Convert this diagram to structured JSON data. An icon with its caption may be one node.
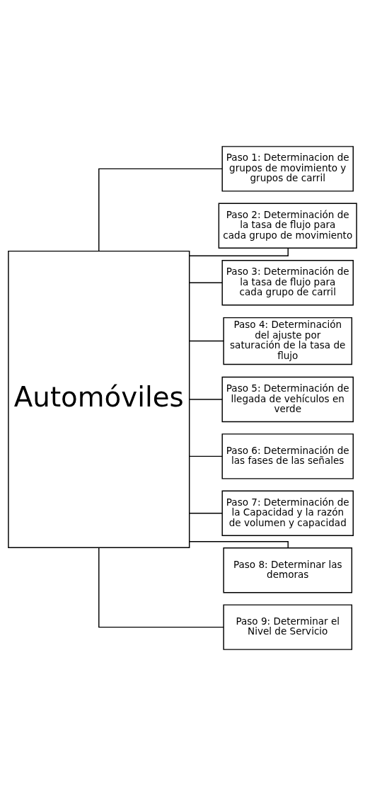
{
  "diagram": {
    "nodes": [
      {
        "text": [
          "Automóviles"
        ]
      },
      {
        "text": [
          "Paso 1: Determinacion de grupos de movimiento y grupos de carril"
        ]
      },
      {
        "text": [
          "Paso 2: Determinación de la tasa de flujo para cada grupo de movimiento"
        ]
      },
      {
        "text": [
          "Paso 3: Determinación de la tasa de flujo para cada grupo de carril"
        ]
      },
      {
        "text": [
          "Paso 4: Determinación del ajuste por saturación de la tasa de flujo"
        ]
      },
      {
        "text": [
          "Paso 5: Determinación de llegada de vehículos en verde"
        ]
      },
      {
        "text": [
          "Paso 6: Determinación de las fases de las señales"
        ]
      },
      {
        "text": [
          "Paso 7: Determinación de la Capacidad y la razón de volumen y capacidad"
        ]
      },
      {
        "text": [
          "Paso 8: Determinar las demoras"
        ]
      },
      {
        "text": [
          "Paso 9: Determinar el Nivel de Servicio"
        ]
      }
    ],
    "edges": [
      {
        "from": 0,
        "to": 1,
        "arrow": "none"
      },
      {
        "from": 0,
        "to": 2,
        "arrow": "none"
      },
      {
        "from": 0,
        "to": 3,
        "arrow": "none"
      },
      {
        "from": 0,
        "to": 4,
        "arrow": "none"
      },
      {
        "from": 0,
        "to": 5,
        "arrow": "none"
      },
      {
        "from": 0,
        "to": 6,
        "arrow": "none"
      },
      {
        "from": 0,
        "to": 7,
        "arrow": "none"
      },
      {
        "from": 0,
        "to": 8,
        "arrow": "none"
      },
      {
        "from": 0,
        "to": 9,
        "arrow": "none"
      }
    ]
  }
}
